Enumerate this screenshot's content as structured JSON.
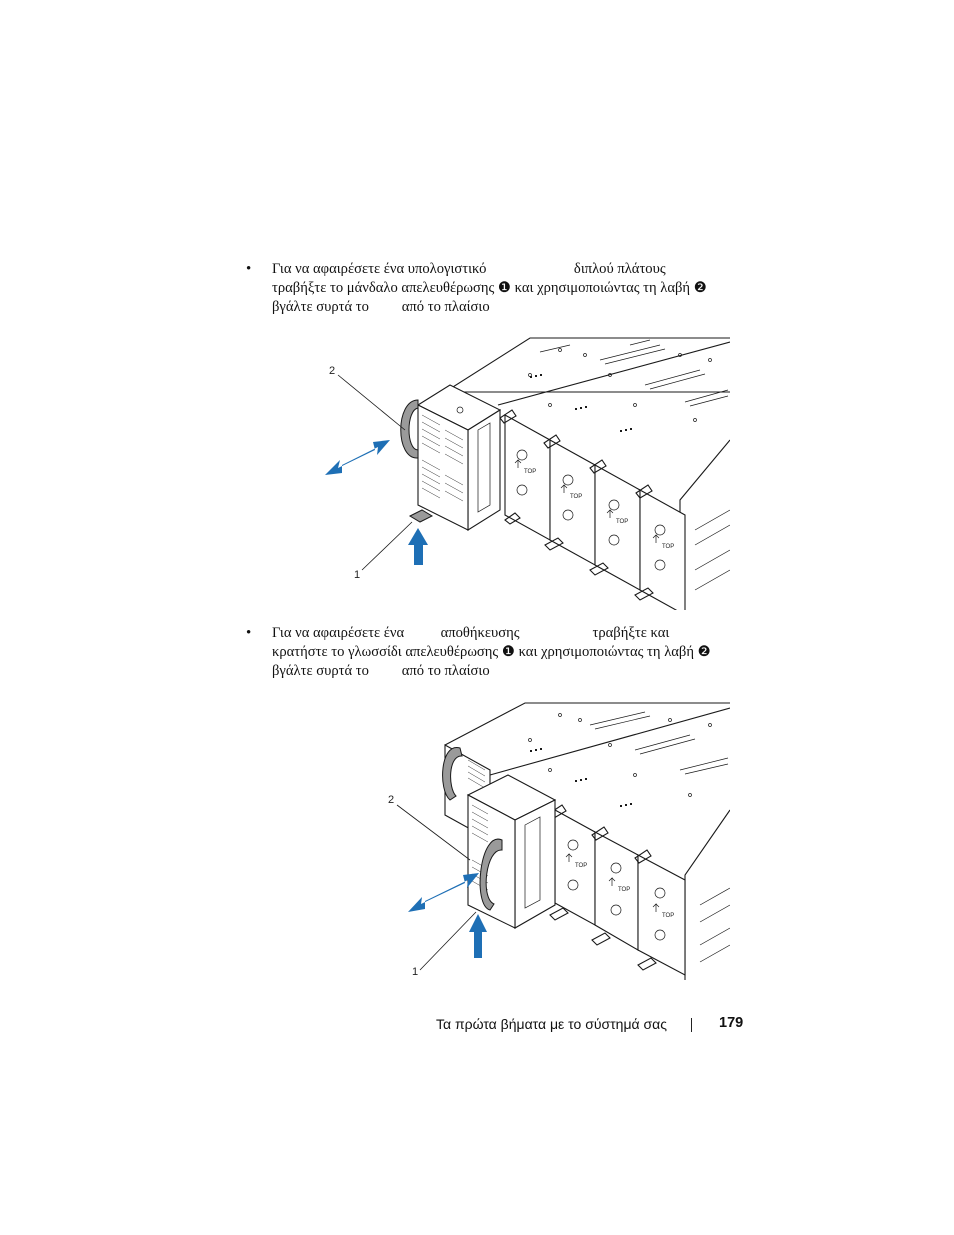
{
  "section1": {
    "bullet": "•",
    "lines": [
      "Για να αφαιρέσετε ένα υπολογιστικό                        διπλού πλάτους",
      "τραβήξτε το μάνδαλο απελευθέρωσης ❶ και χρησιμοποιώντας τη λαβή ❷",
      "βγάλτε συρτά το         από το πλαίσιο"
    ],
    "callout_1": "1",
    "callout_2": "2"
  },
  "section2": {
    "bullet": "•",
    "lines": [
      "Για να αφαιρέσετε ένα          αποθήκευσης                    τραβήξτε και",
      "κρατήστε το γλωσσίδι απελευθέρωσης ❶ και χρησιμοποιώντας τη λαβή ❷",
      "βγάλτε συρτά το         από το πλαίσιο"
    ],
    "callout_1": "1",
    "callout_2": "2"
  },
  "figure_labels": {
    "top": "TOP"
  },
  "footer": {
    "title": "Τα πρώτα βήματα με το σύστημά σας",
    "page": "179"
  },
  "colors": {
    "arrow": "#1e6fb5",
    "line": "#1a1a1a"
  }
}
